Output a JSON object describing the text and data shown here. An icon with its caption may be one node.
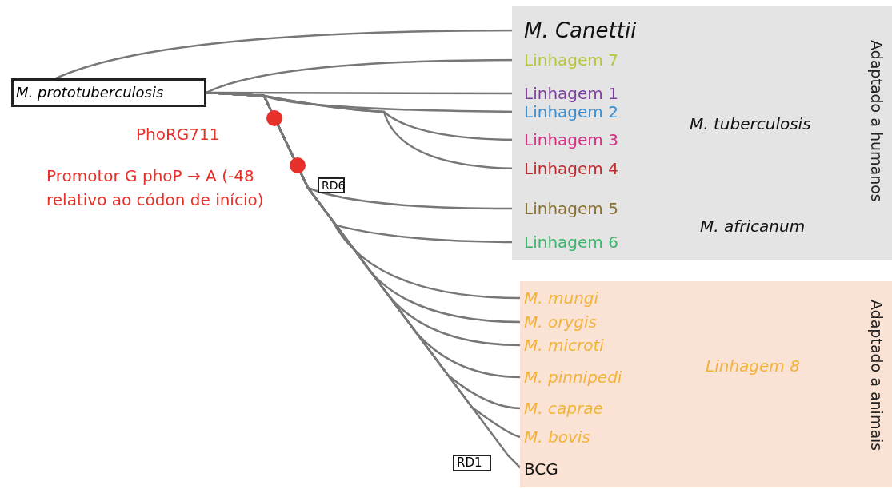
{
  "diagram": {
    "nodes": [
      {
        "text": [
          "M. prototuberculosis"
        ]
      },
      {
        "text": [
          "Adaptado a humanos"
        ]
      },
      {
        "text": [
          "M. Canettii"
        ],
        "in": 1
      },
      {
        "text": [
          "Linhagem 7"
        ],
        "in": 1
      },
      {
        "text": [
          "Linhagem 1"
        ],
        "in": 1
      },
      {
        "text": [
          "Linhagem 2"
        ],
        "in": 1
      },
      {
        "text": [
          "Linhagem 3"
        ],
        "in": 1
      },
      {
        "text": [
          "Linhagem 4"
        ],
        "in": 1
      },
      {
        "text": [
          "Linhagem 5"
        ],
        "in": 1
      },
      {
        "text": [
          "Linhagem 6"
        ],
        "in": 1
      },
      {
        "text": [
          "Adaptado a animais"
        ]
      },
      {
        "text": [
          "M. mungi"
        ],
        "in": 10
      },
      {
        "text": [
          "M. orygis"
        ],
        "in": 10
      },
      {
        "text": [
          "M. microti"
        ],
        "in": 10
      },
      {
        "text": [
          "M. pinnipedi"
        ],
        "in": 10
      },
      {
        "text": [
          "M. caprae"
        ],
        "in": 10
      },
      {
        "text": [
          "M. bovis"
        ],
        "in": 10
      },
      {
        "text": [
          "BCG"
        ],
        "in": 10
      },
      {
        "text": [
          "RD6"
        ]
      },
      {
        "text": [
          "RD1"
        ]
      }
    ],
    "edges": [
      {
        "from": 0,
        "to": 2,
        "arrow": "none"
      },
      {
        "from": 0,
        "to": 3,
        "arrow": "none"
      },
      {
        "from": 0,
        "to": 4,
        "arrow": "none"
      },
      {
        "from": 0,
        "to": 5,
        "arrow": "none"
      },
      {
        "from": 0,
        "to": 6,
        "arrow": "none"
      },
      {
        "from": 0,
        "to": 7,
        "arrow": "none"
      },
      {
        "from": 0,
        "to": 8,
        "arrow": "none"
      },
      {
        "from": 0,
        "to": 9,
        "arrow": "none"
      },
      {
        "from": 0,
        "to": 11,
        "arrow": "none"
      },
      {
        "from": 0,
        "to": 12,
        "arrow": "none"
      },
      {
        "from": 0,
        "to": 13,
        "arrow": "none"
      },
      {
        "from": 0,
        "to": 14,
        "arrow": "none"
      },
      {
        "from": 0,
        "to": 15,
        "arrow": "none"
      },
      {
        "from": 0,
        "to": 16,
        "arrow": "none"
      },
      {
        "from": 0,
        "to": 17,
        "arrow": "none"
      }
    ],
    "labels": [
      "PhoRG711",
      "Promotor G phoP → A (-48 relativo ao códon de início)",
      "M. tuberculosis",
      "M. africanum",
      "Linhagem 8"
    ]
  }
}
